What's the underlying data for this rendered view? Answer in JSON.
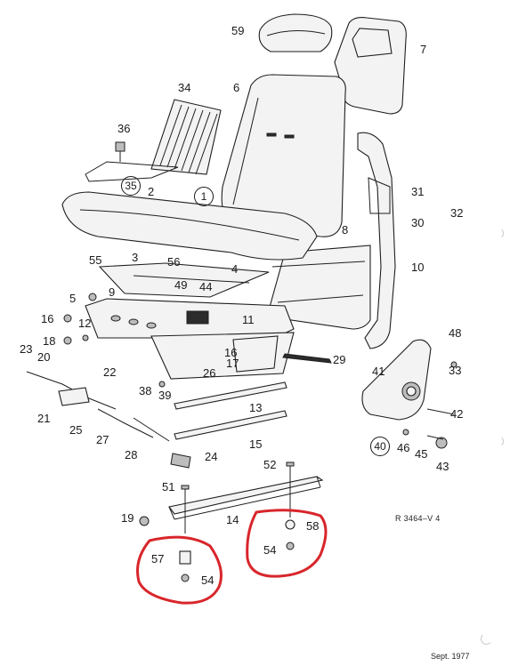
{
  "labels": {
    "p1": "1",
    "p2": "2",
    "p3": "3",
    "p4": "4",
    "p5": "5",
    "p6": "6",
    "p7": "7",
    "p8": "8",
    "p9": "9",
    "p10": "10",
    "p11": "11",
    "p12": "12",
    "p13": "13",
    "p14": "14",
    "p15": "15",
    "p16a": "16",
    "p16b": "16",
    "p17": "17",
    "p18": "18",
    "p19": "19",
    "p20": "20",
    "p21": "21",
    "p22": "22",
    "p23": "23",
    "p24": "24",
    "p25": "25",
    "p26": "26",
    "p27": "27",
    "p28": "28",
    "p29": "29",
    "p30": "30",
    "p31": "31",
    "p32": "32",
    "p33": "33",
    "p34": "34",
    "p35": "35",
    "p36": "36",
    "p38": "38",
    "p39": "39",
    "p40": "40",
    "p41": "41",
    "p42": "42",
    "p43": "43",
    "p44": "44",
    "p45": "45",
    "p46": "46",
    "p48": "48",
    "p49": "49",
    "p51": "51",
    "p52": "52",
    "p54a": "54",
    "p54b": "54",
    "p55": "55",
    "p56": "56",
    "p57": "57",
    "p58": "58",
    "p59": "59"
  },
  "reference_code": "R 3464–V 4",
  "date": "Sept. 1977",
  "highlight_color": "#d8262b",
  "line_color": "#1f1f1f"
}
